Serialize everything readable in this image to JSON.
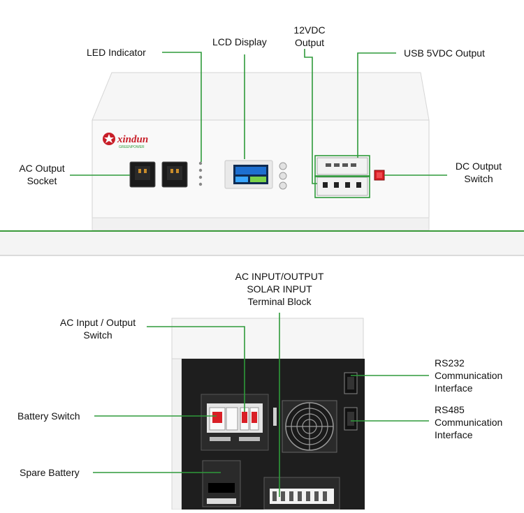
{
  "top_labels": {
    "led_indicator": "LED Indicator",
    "lcd_display": "LCD Display",
    "dc_12v_line1": "12VDC",
    "dc_12v_line2": "Output",
    "usb_output": "USB 5VDC Output",
    "ac_socket_line1": "AC Output",
    "ac_socket_line2": "Socket",
    "dc_switch_line1": "DC Output",
    "dc_switch_line2": "Switch"
  },
  "bottom_labels": {
    "terminal_line1": "AC INPUT/OUTPUT",
    "terminal_line2": "SOLAR INPUT",
    "terminal_line3": "Terminal Block",
    "ac_switch_line1": "AC Input / Output",
    "ac_switch_line2": "Switch",
    "battery_switch": "Battery Switch",
    "spare_battery": "Spare Battery",
    "rs232_line1": "RS232",
    "rs232_line2": "Communication",
    "rs232_line3": "Interface",
    "rs485_line1": "RS485",
    "rs485_line2": "Communication",
    "rs485_line3": "Interface"
  },
  "brand": {
    "name": "xindun",
    "tagline": "GREENPOWER"
  },
  "colors": {
    "leader_green": "#2e9a3a",
    "panel_black": "#1e1e1e",
    "casing_white": "#f3f3f3",
    "switch_red": "#d91f26",
    "lcd_blue": "#1d6fd0"
  }
}
